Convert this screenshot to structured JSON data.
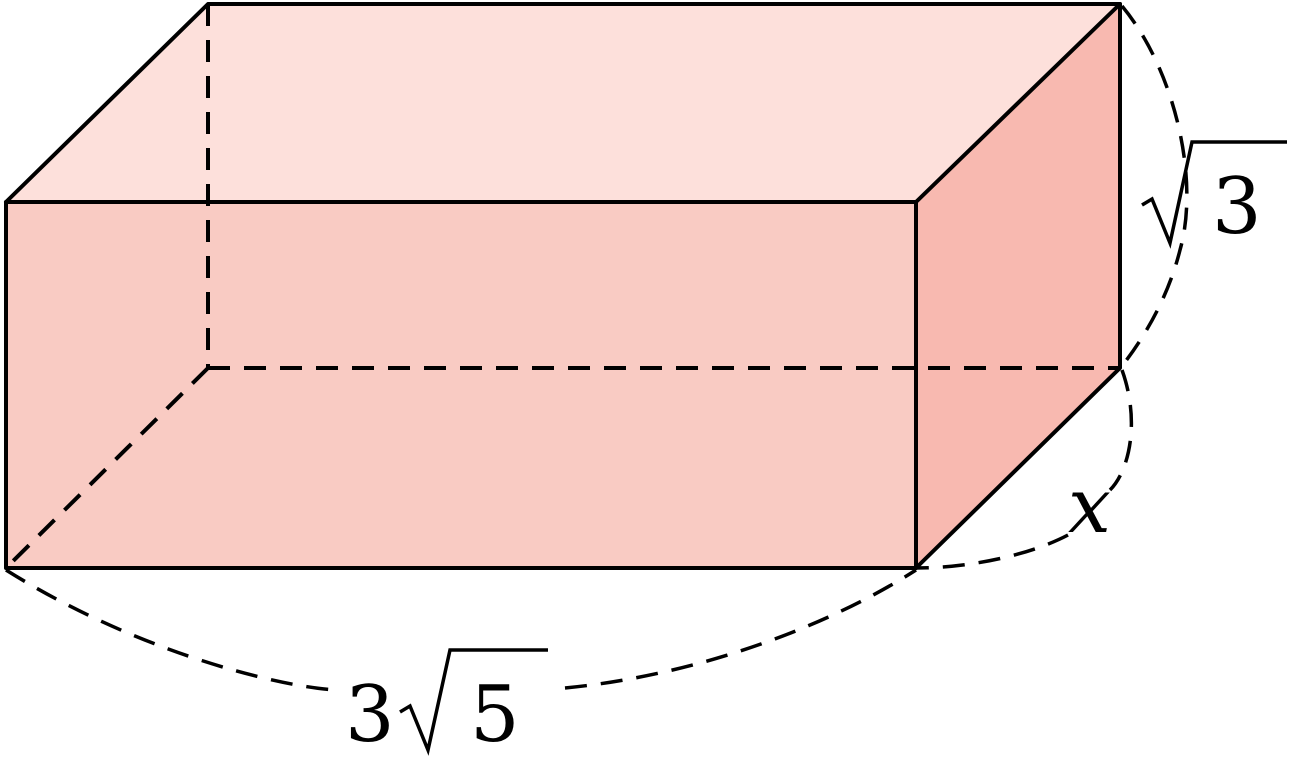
{
  "colors": {
    "top_face": "#fde0db",
    "front_face": "#f9cbc3",
    "right_face": "#f8b9b0",
    "edge": "#000000"
  },
  "labels": {
    "length_coefficient": "3",
    "length_radicand": "5",
    "height_radicand": "3",
    "depth": "x"
  }
}
